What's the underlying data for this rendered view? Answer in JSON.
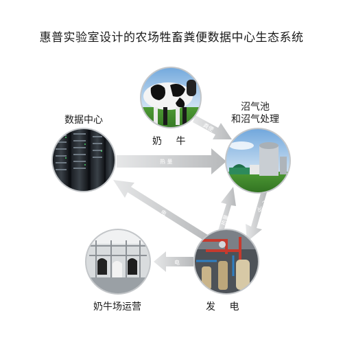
{
  "title": "惠普实验室设计的农场牲畜粪便数据中心生态系统",
  "nodes": {
    "cow": {
      "label": "奶 牛",
      "icon": "cow-photo-icon"
    },
    "datacenter": {
      "label": "数据中心",
      "icon": "server-rack-photo-icon"
    },
    "biogas": {
      "label_line1": "沼气池",
      "label_line2": "和沼气处理",
      "icon": "biogas-plant-photo-icon"
    },
    "farm": {
      "label": "奶牛场运营",
      "icon": "milking-parlor-photo-icon"
    },
    "power": {
      "label": "发 电",
      "icon": "power-plant-photo-icon"
    }
  },
  "arrows": {
    "manure": "粪便",
    "heat_top": "热 量",
    "heat_mid": "热量",
    "biogas": "沼 气",
    "biogas_unit": "(甲烷)",
    "elec_dc": "电",
    "elec_farm": "电"
  },
  "colors": {
    "arrow": "#c8cacc",
    "node_ring": "#bfc3c6",
    "grass": "#3a8b2c",
    "sky": "#8fb8e0"
  }
}
